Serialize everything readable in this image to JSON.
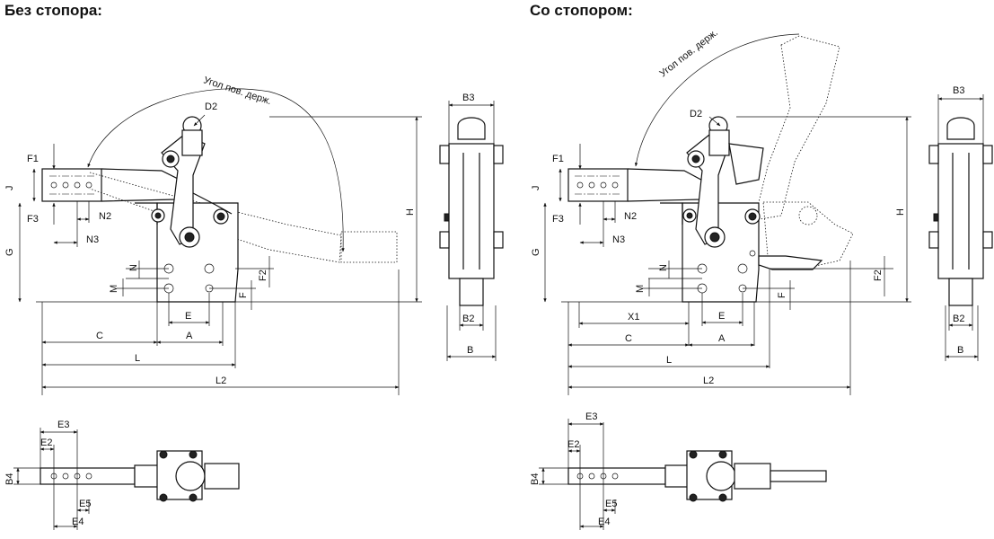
{
  "headings": {
    "without_lock": "Без стопора:",
    "with_lock": "Со стопором:"
  },
  "labels": {
    "angle": "Угол пов. держ.",
    "F1": "F1",
    "F2": "F2",
    "F3": "F3",
    "D2": "D2",
    "J": "J",
    "G": "G",
    "H": "H",
    "N": "N",
    "N2": "N2",
    "N3": "N3",
    "M": "M",
    "E": "E",
    "F": "F",
    "C": "C",
    "A": "A",
    "L": "L",
    "L2": "L2",
    "X1": "X1",
    "B": "B",
    "B2": "B2",
    "B3": "B3",
    "B4": "B4",
    "E2": "E2",
    "E3": "E3",
    "E4": "E4",
    "E5": "E5"
  },
  "colors": {
    "line": "#111111",
    "background": "#ffffff"
  }
}
